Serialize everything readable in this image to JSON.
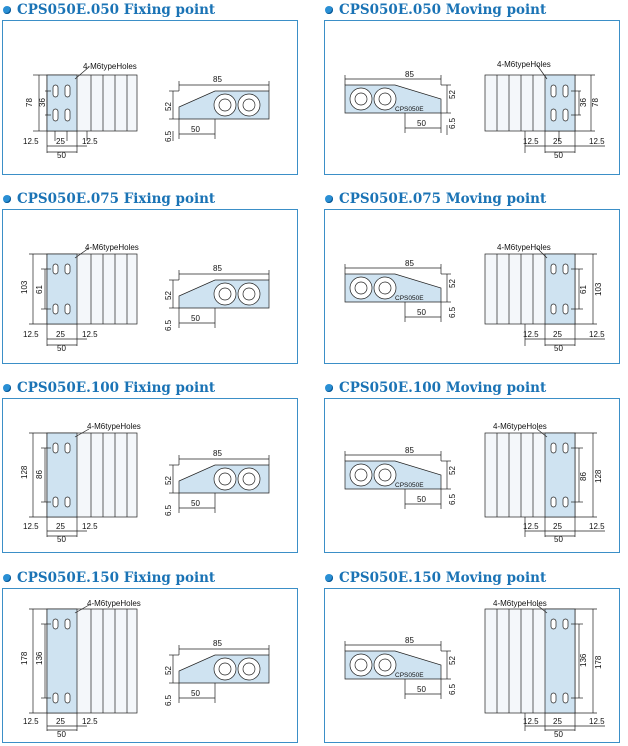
{
  "cells": [
    {
      "title": "CPS050E.050 Fixing point",
      "holes": "4-M6typeHoles",
      "outer": "78",
      "inner": "36",
      "pitch": "25",
      "left": "12.5",
      "right": "12.5",
      "total": "50",
      "tw": "85",
      "th": "52",
      "tb": "50",
      "tt": "6.5"
    },
    {
      "title": "CPS050E.050 Moving point",
      "holes": "4-M6typeHoles",
      "outer": "78",
      "inner": "36",
      "pitch": "25",
      "left": "12.5",
      "right": "12.5",
      "total": "50",
      "tw": "85",
      "th": "52",
      "tb": "50",
      "tt": "6.5",
      "brand": "CPS050E"
    },
    {
      "title": "CPS050E.075 Fixing point",
      "holes": "4-M6typeHoles",
      "outer": "103",
      "inner": "61",
      "pitch": "25",
      "left": "12.5",
      "right": "12.5",
      "total": "50",
      "tw": "85",
      "th": "52",
      "tb": "50",
      "tt": "6.5"
    },
    {
      "title": "CPS050E.075 Moving point",
      "holes": "4-M6typeHoles",
      "outer": "103",
      "inner": "61",
      "pitch": "25",
      "left": "12.5",
      "right": "12.5",
      "total": "50",
      "tw": "85",
      "th": "52",
      "tb": "50",
      "tt": "6.5",
      "brand": "CPS050E"
    },
    {
      "title": "CPS050E.100 Fixing point",
      "holes": "4-M6typeHoles",
      "outer": "128",
      "inner": "86",
      "pitch": "25",
      "left": "12.5",
      "right": "12.5",
      "total": "50",
      "tw": "85",
      "th": "52",
      "tb": "50",
      "tt": "6.5"
    },
    {
      "title": "CPS050E.100 Moving point",
      "holes": "4-M6typeHoles",
      "outer": "128",
      "inner": "86",
      "pitch": "25",
      "left": "12.5",
      "right": "12.5",
      "total": "50",
      "tw": "85",
      "th": "52",
      "tb": "50",
      "tt": "6.5",
      "brand": "CPS050E"
    },
    {
      "title": "CPS050E.150 Fixing point",
      "holes": "4-M6typeHoles",
      "outer": "178",
      "inner": "136",
      "pitch": "25",
      "left": "12.5",
      "right": "12.5",
      "total": "50",
      "tw": "85",
      "th": "52",
      "tb": "50",
      "tt": "6.5"
    },
    {
      "title": "CPS050E.150 Moving point",
      "holes": "4-M6typeHoles",
      "outer": "178",
      "inner": "136",
      "pitch": "25",
      "left": "12.5",
      "right": "12.5",
      "total": "50",
      "tw": "85",
      "th": "52",
      "tb": "50",
      "tt": "6.5",
      "brand": "CPS050E"
    }
  ]
}
